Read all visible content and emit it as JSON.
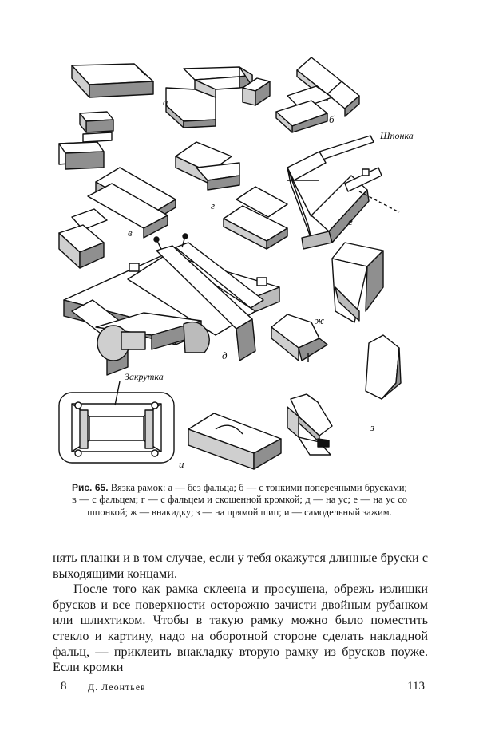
{
  "figure": {
    "labels": {
      "a": "а",
      "b": "б",
      "v": "в",
      "g": "г",
      "d": "д",
      "e": "е",
      "zh": "ж",
      "z": "з",
      "i": "и"
    },
    "callouts": {
      "key": "Шпонка",
      "clamp": "Закрутка"
    }
  },
  "caption": {
    "number": "Рис. 65.",
    "text": "Вязка рамок: а — без фальца; б — с тонкими поперечными брусками; в — с фальцем; г — с фальцем и скошенной кромкой; д — на ус; е — на ус со шпонкой; ж — внакидку; з — на прямой шип; и — самодельный зажим."
  },
  "body": {
    "paragraph1": "нять планки и в том случае, если у тебя окажутся длинные бруски с выходящими концами.",
    "paragraph2": "После того как рамка склеена и просушена, обрежь излишки брусков и все поверхности осторожно зачисти двойным рубанком или шлихтиком. Чтобы в такую рамку можно было поместить стекло и картину, надо на оборотной стороне сделать накладной фальц, — приклеить внакладку вторую рамку из брусков поуже. Если кромки"
  },
  "footer": {
    "signature_number": "8",
    "author": "Д. Леонтьев",
    "page_number": "113"
  }
}
